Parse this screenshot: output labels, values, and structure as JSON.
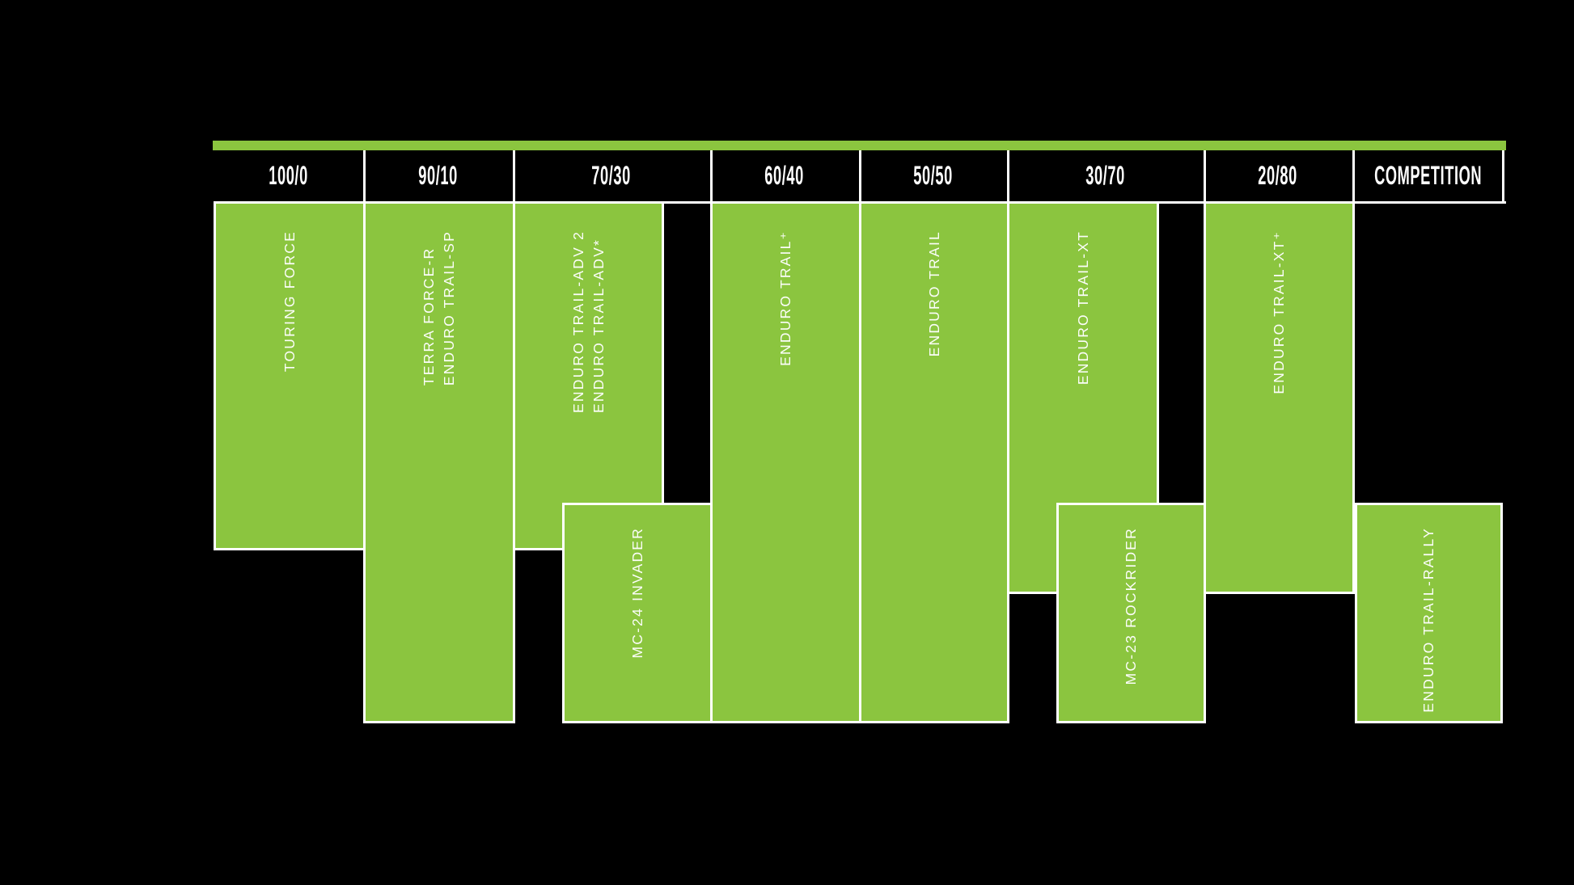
{
  "colors": {
    "green": "#8BC53F",
    "background": "#000000",
    "line": "#FFFFFF",
    "text": "#FFFFFF"
  },
  "header": {
    "categories": [
      "100/0",
      "90/10",
      "70/30",
      "60/40",
      "50/50",
      "30/70",
      "20/80",
      "COMPETITION"
    ]
  },
  "blocks": [
    {
      "lines": [
        "TOURING FORCE"
      ]
    },
    {
      "lines": [
        "TERRA FORCE-R",
        "ENDURO TRAIL-SP"
      ]
    },
    {
      "lines": [
        "ENDURO TRAIL-ADV 2",
        "ENDURO TRAIL-ADV*"
      ]
    },
    {
      "lines": [
        "MC-24 INVADER"
      ]
    },
    {
      "lines": [
        "ENDURO TRAIL⁺"
      ]
    },
    {
      "lines": [
        "ENDURO TRAIL"
      ]
    },
    {
      "lines": [
        "ENDURO TRAIL-XT"
      ]
    },
    {
      "lines": [
        "MC-23 ROCKRIDER"
      ]
    },
    {
      "lines": [
        "ENDURO TRAIL-XT⁺"
      ]
    },
    {
      "lines": [
        "ENDURO TRAIL-RALLY"
      ]
    }
  ],
  "chart_data": {
    "type": "table",
    "title": "",
    "categories": [
      "100/0",
      "90/10",
      "70/30",
      "60/40",
      "50/50",
      "30/70",
      "20/80",
      "COMPETITION"
    ],
    "legend_position": "none",
    "grid": false,
    "items": [
      {
        "name": "TOURING FORCE",
        "span": [
          "100/0"
        ],
        "row": "upper"
      },
      {
        "name": "TERRA FORCE-R / ENDURO TRAIL-SP",
        "span": [
          "90/10"
        ],
        "row": "full"
      },
      {
        "name": "ENDURO TRAIL-ADV 2 / ENDURO TRAIL-ADV*",
        "span": [
          "70/30"
        ],
        "row": "upper",
        "span_fraction": "left 75% of column"
      },
      {
        "name": "MC-24 INVADER",
        "span": [
          "70/30"
        ],
        "row": "lower",
        "span_fraction": "right 75% of column"
      },
      {
        "name": "ENDURO TRAIL⁺",
        "span": [
          "60/40"
        ],
        "row": "full"
      },
      {
        "name": "ENDURO TRAIL",
        "span": [
          "50/50"
        ],
        "row": "full"
      },
      {
        "name": "ENDURO TRAIL-XT",
        "span": [
          "30/70"
        ],
        "row": "upper",
        "span_fraction": "left 76% of column"
      },
      {
        "name": "MC-23 ROCKRIDER",
        "span": [
          "30/70"
        ],
        "row": "lower",
        "span_fraction": "right 75% of column"
      },
      {
        "name": "ENDURO TRAIL-XT⁺",
        "span": [
          "20/80"
        ],
        "row": "upper"
      },
      {
        "name": "ENDURO TRAIL-RALLY",
        "span": [
          "COMPETITION"
        ],
        "row": "lower"
      }
    ]
  }
}
